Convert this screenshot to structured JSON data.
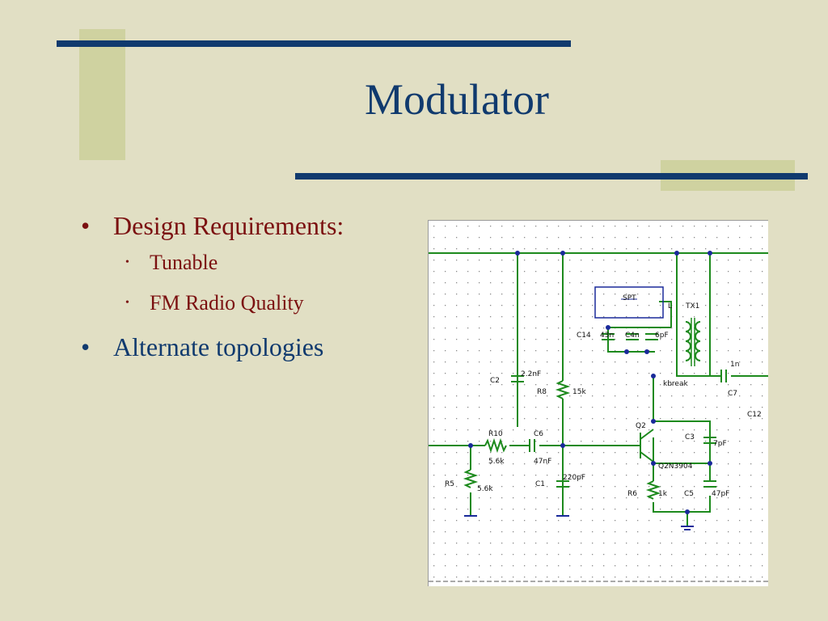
{
  "slide": {
    "title": "Modulator",
    "bullets": [
      {
        "text": "Design Requirements:",
        "color": "#7b1010",
        "sub": [
          {
            "text": "Tunable",
            "color": "#7b1010"
          },
          {
            "text": "FM Radio Quality",
            "color": "#7b1010"
          }
        ]
      },
      {
        "text": "Alternate topologies",
        "color": "#103a6e"
      }
    ]
  },
  "schematic": {
    "labels": {
      "spt": "SPT",
      "l": "L",
      "tx1": "TX1",
      "c14": "C14",
      "c14_val": "43n",
      "c4_val": "C4n",
      "c_6pf": "6pF",
      "c2": "C2",
      "c2_val": "2.2nF",
      "r8": "R8",
      "r8_val": "15k",
      "kbreak": "kbreak",
      "c7_val": "1n",
      "c7": "C7",
      "c12": "C12",
      "q2": "Q2",
      "q2_part": "Q2N3904",
      "c3": "C3",
      "c3_val": "7pF",
      "r10": "R10",
      "r10_val": "5.6k",
      "c6": "C6",
      "c6_val": "47nF",
      "r5": "R5",
      "r5_val": "5.6k",
      "c1": "C1",
      "c1_val": "220pF",
      "r6": "R6",
      "r6_val": "1k",
      "c5": "C5",
      "c5_val": "47pF"
    }
  },
  "colors": {
    "background": "#e1dfc4",
    "accent_block": "#cfd2a0",
    "navy": "#103a6e",
    "maroon": "#7b1010",
    "wire": "#1d8a1d",
    "node": "#1a2a9a"
  }
}
